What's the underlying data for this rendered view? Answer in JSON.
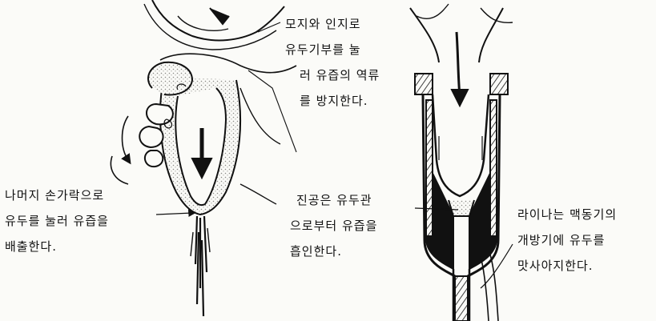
{
  "labels": {
    "thumb_index": [
      "모지와 인지로",
      "유두기부를 눌",
      "러 유즙의 역류",
      "를 방지한다."
    ],
    "other_fingers": [
      "나머지 손가락으로",
      "유두를 눌러 유즙을",
      "배출한다."
    ],
    "vacuum": [
      "진공은 유두관",
      "으로부터 유즙을",
      "흡인한다."
    ],
    "liner": [
      "라이나는 맥동기의",
      "개방기에 유두를",
      "맛사아지한다."
    ]
  },
  "colors": {
    "ink": "#111111",
    "paper": "#fbfbf8",
    "stipple": "#8a8a86"
  }
}
